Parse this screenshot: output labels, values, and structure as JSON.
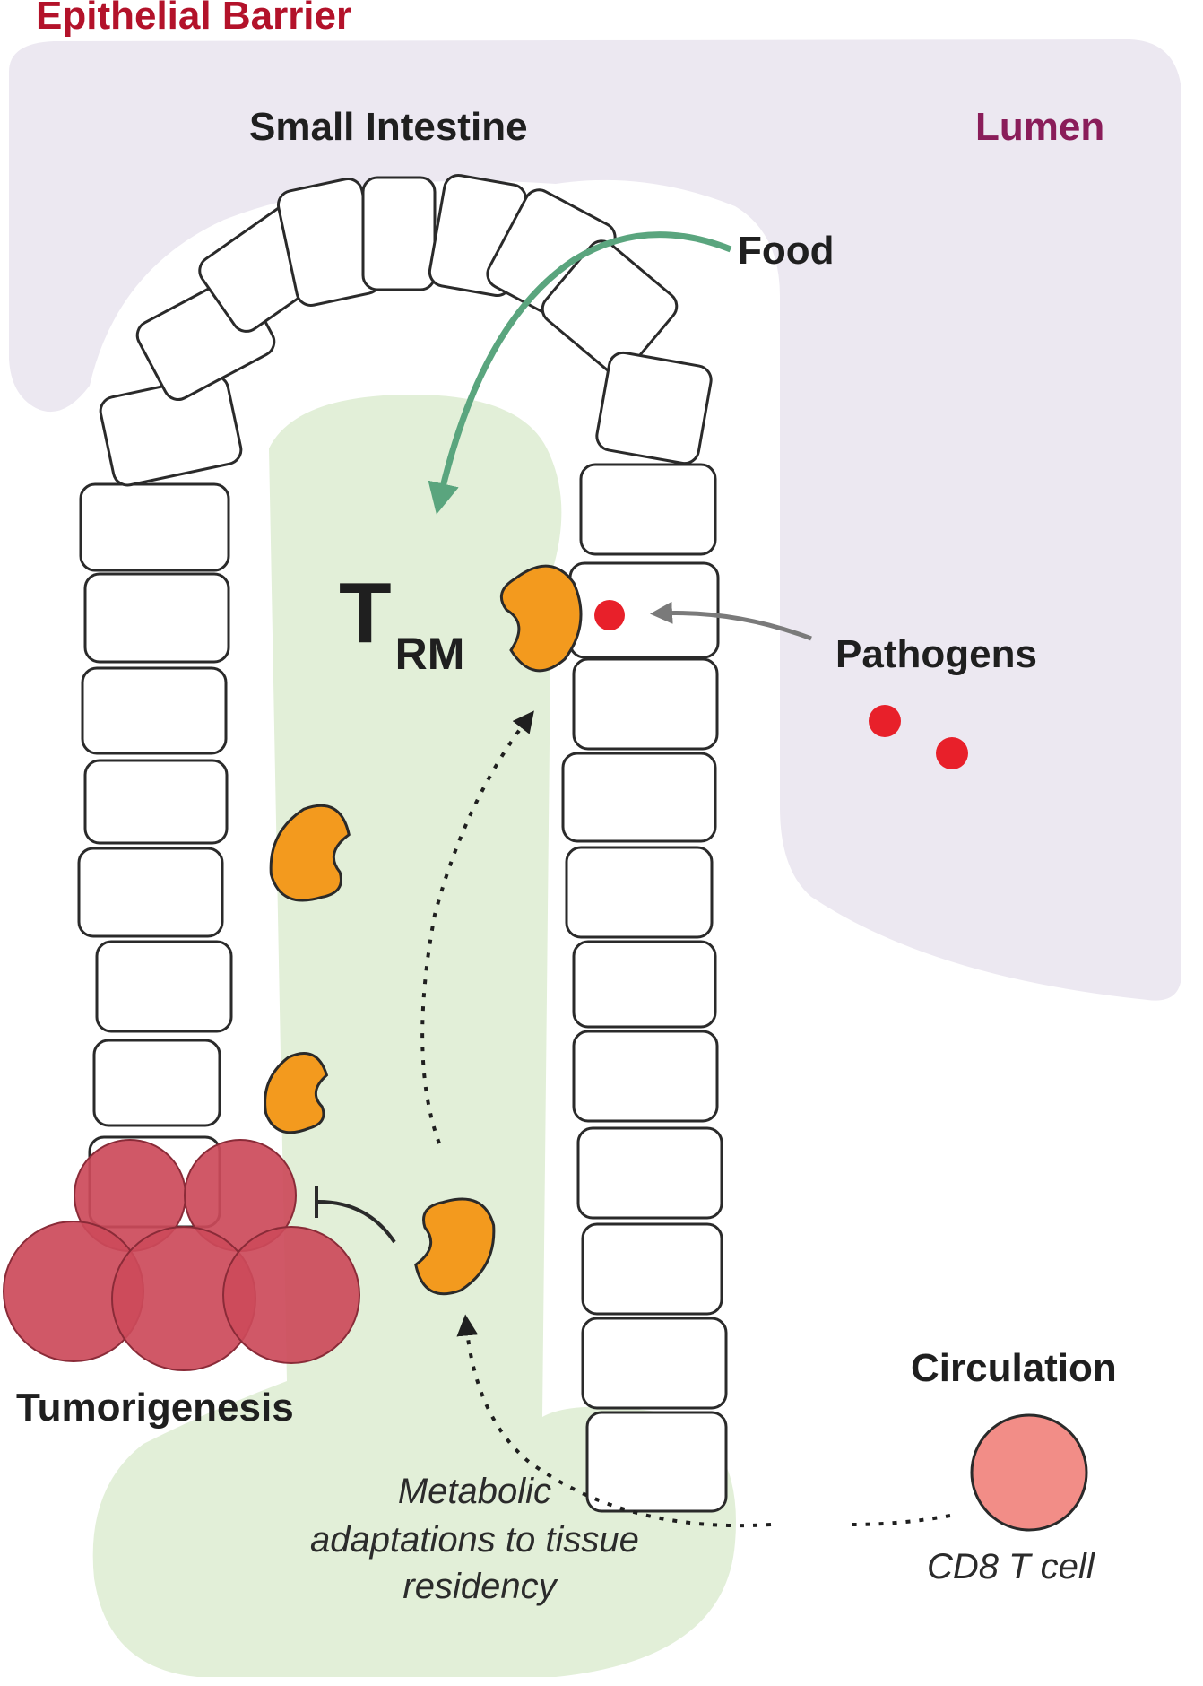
{
  "labels": {
    "epithelial_barrier": "Epithelial Barrier",
    "small_intestine": "Small Intestine",
    "lumen": "Lumen",
    "food": "Food",
    "trm_main": "T",
    "trm_sub": "RM",
    "pathogens": "Pathogens",
    "tumorigenesis": "Tumorigenesis",
    "circulation": "Circulation",
    "metabolic_line1": "Metabolic",
    "metabolic_line2": "adaptations to tissue",
    "metabolic_line3": "residency",
    "cd8": "CD8 T cell"
  },
  "colors": {
    "lumen_fill": "#ece8f1",
    "tissue_fill": "#e2efd8",
    "trm_cell": "#f39a1e",
    "pathogen": "#e8202a",
    "tumor_cell": "#cc4a5a",
    "cd8_cell": "#f28d87",
    "food_arrow": "#5aa57e",
    "epithelium_stroke": "#2a2a2a"
  }
}
